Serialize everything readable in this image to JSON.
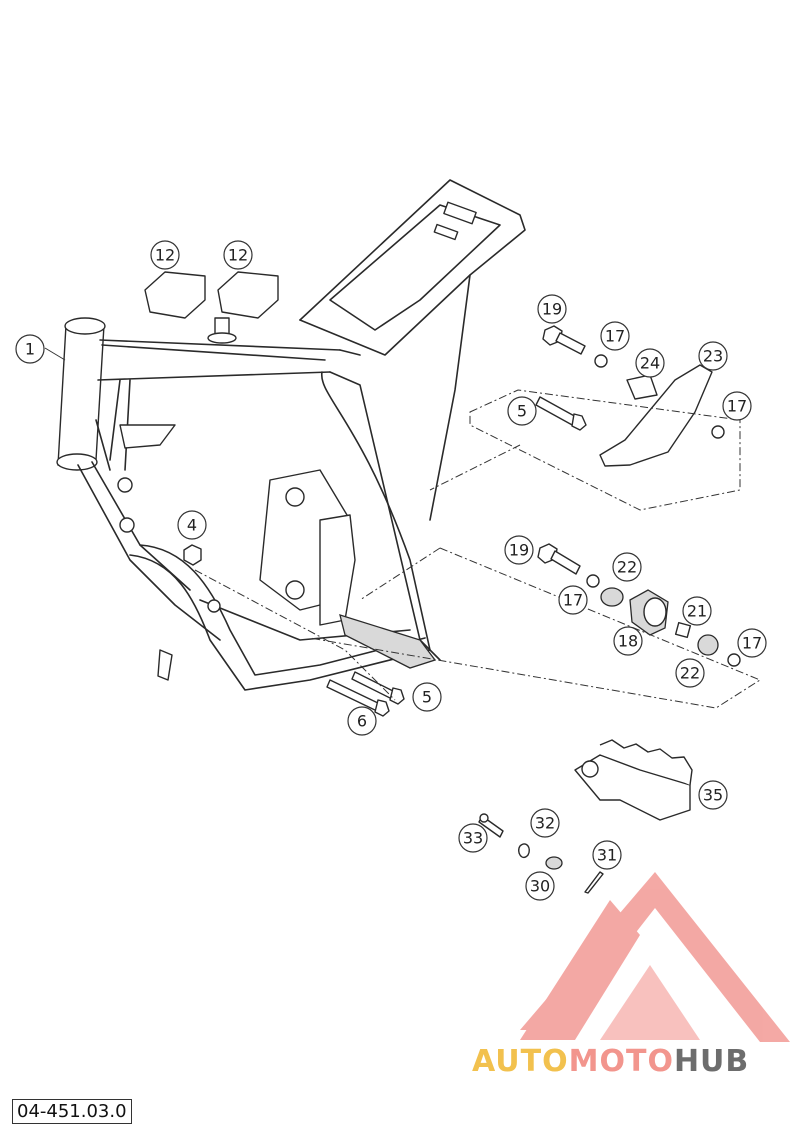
{
  "diagram": {
    "code": "04-451.03.0",
    "callouts": [
      {
        "label": "1"
      },
      {
        "label": "12"
      },
      {
        "label": "12"
      },
      {
        "label": "4"
      },
      {
        "label": "5"
      },
      {
        "label": "6"
      },
      {
        "label": "19"
      },
      {
        "label": "17"
      },
      {
        "label": "24"
      },
      {
        "label": "23"
      },
      {
        "label": "5"
      },
      {
        "label": "17"
      },
      {
        "label": "19"
      },
      {
        "label": "22"
      },
      {
        "label": "17"
      },
      {
        "label": "21"
      },
      {
        "label": "18"
      },
      {
        "label": "22"
      },
      {
        "label": "17"
      },
      {
        "label": "35"
      },
      {
        "label": "32"
      },
      {
        "label": "33"
      },
      {
        "label": "31"
      },
      {
        "label": "30"
      }
    ]
  },
  "watermark": {
    "part1": "AUTO",
    "part2": "MOTO",
    "part3": "HUB",
    "colors": {
      "auto": "#f2c14e",
      "moto": "#f2958d",
      "hub": "#6d6d6d",
      "logo": "#f08a86"
    }
  }
}
